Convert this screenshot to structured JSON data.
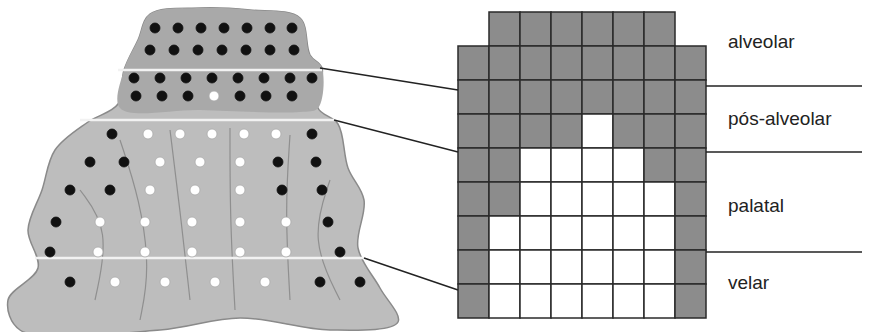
{
  "diagram": {
    "labels": [
      "alveolar",
      "pós-alveolar",
      "palatal",
      "velar"
    ]
  }
}
